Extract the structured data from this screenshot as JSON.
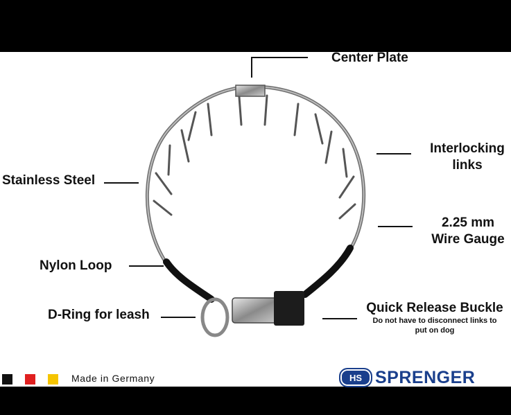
{
  "labels": {
    "center_plate": "Center Plate",
    "interlocking_line1": "Interlocking",
    "interlocking_line2": "links",
    "stainless": "Stainless Steel",
    "gauge_line1": "2.25 mm",
    "gauge_line2": "Wire Gauge",
    "nylon": "Nylon Loop",
    "dring": "D-Ring for leash",
    "buckle": "Quick Release Buckle",
    "buckle_sub_line1": "Do not have to disconnect links to",
    "buckle_sub_line2": "put on dog"
  },
  "footer": {
    "made_in": "Made in Germany",
    "flag_colors": [
      "#111111",
      "#e02020",
      "#f5c400"
    ],
    "brand_badge": "HS",
    "brand_name": "SPRENGER",
    "brand_color": "#1a3f8c"
  }
}
